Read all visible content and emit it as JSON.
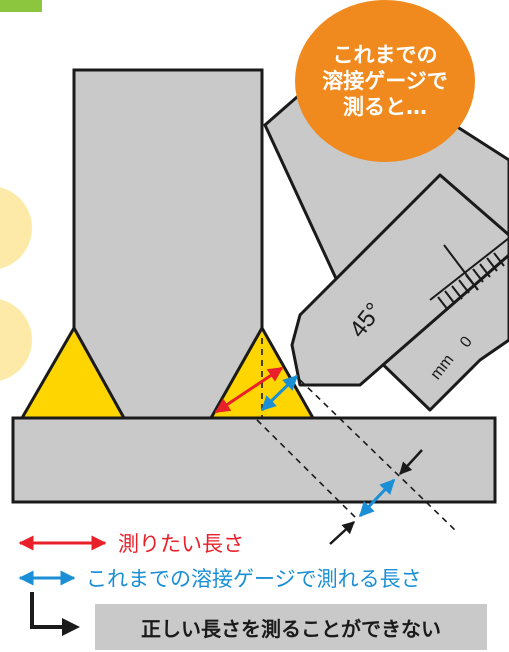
{
  "badge": {
    "line1": "これまでの",
    "line2": "溶接ゲージで",
    "line3": "測ると…"
  },
  "gauge": {
    "angle_label": "45°",
    "scale_zero": "0",
    "unit": "mm"
  },
  "legend": {
    "red_label": "測りたい長さ",
    "blue_label": "これまでの溶接ゲージで測れる長さ"
  },
  "note": "正しい長さを測ることができない",
  "colors": {
    "steel": "#c9c9c9",
    "weld": "#ffd500",
    "badge": "#f08a1e",
    "red_arrow": "#e8202a",
    "blue_arrow": "#1a8fd6",
    "side_circle": "#fde9a8"
  }
}
